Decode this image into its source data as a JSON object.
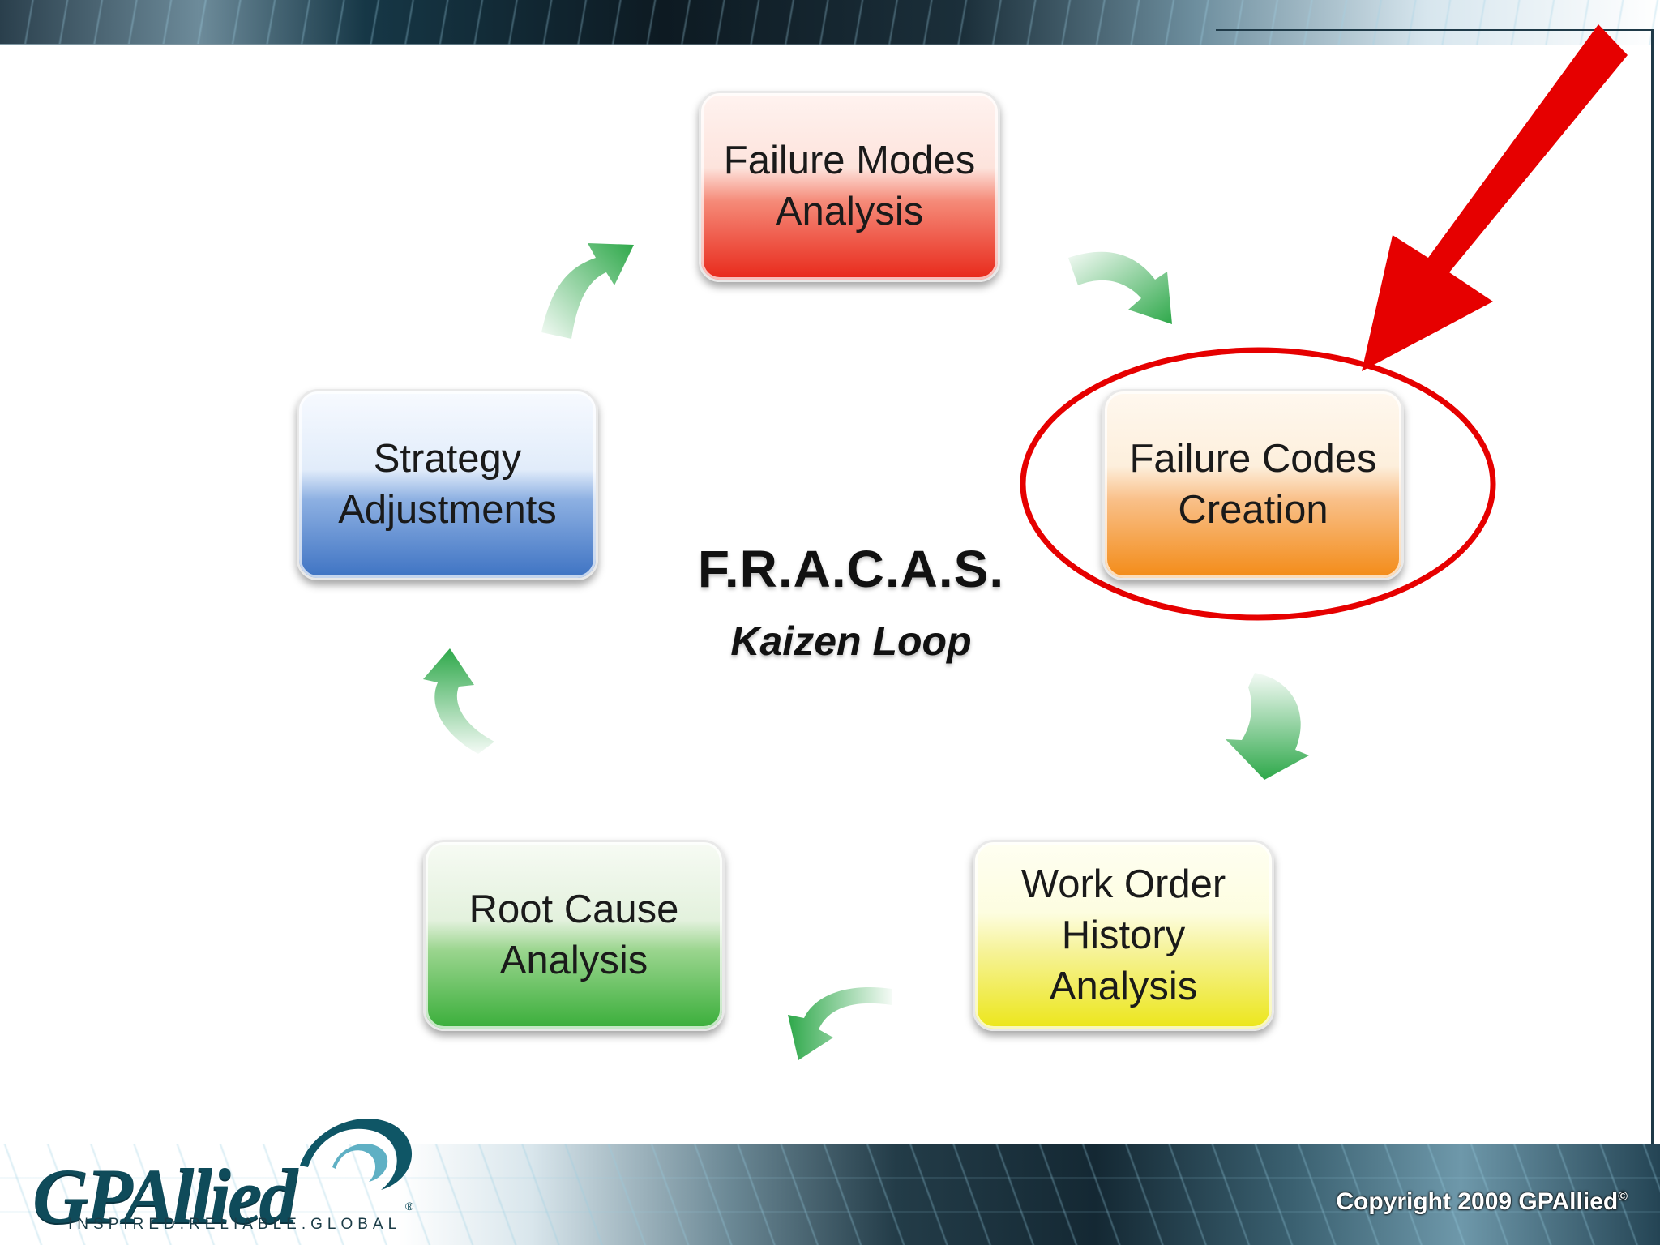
{
  "diagram": {
    "title": "F.R.A.C.A.S.",
    "subtitle": "Kaizen Loop",
    "steps": [
      {
        "label": "Failure Modes\nAnalysis",
        "color": "#e8281a"
      },
      {
        "label": "Failure Codes\nCreation",
        "color": "#f38b17"
      },
      {
        "label": "Work Order\nHistory\nAnalysis",
        "color": "#ece61a"
      },
      {
        "label": "Root Cause\nAnalysis",
        "color": "#3aae3a"
      },
      {
        "label": "Strategy\nAdjustments",
        "color": "#3e73c3"
      }
    ],
    "arrow_color": "#2ea84a",
    "highlight": {
      "target": "Failure Codes Creation",
      "color": "#e60000"
    }
  },
  "footer": {
    "copyright": "Copyright 2009 GPAllied",
    "copyright_mark": "©"
  },
  "logo": {
    "wordmark": "GPAllied",
    "registered": "®",
    "tagline": "INSPIRED.RELIABLE.GLOBAL"
  }
}
